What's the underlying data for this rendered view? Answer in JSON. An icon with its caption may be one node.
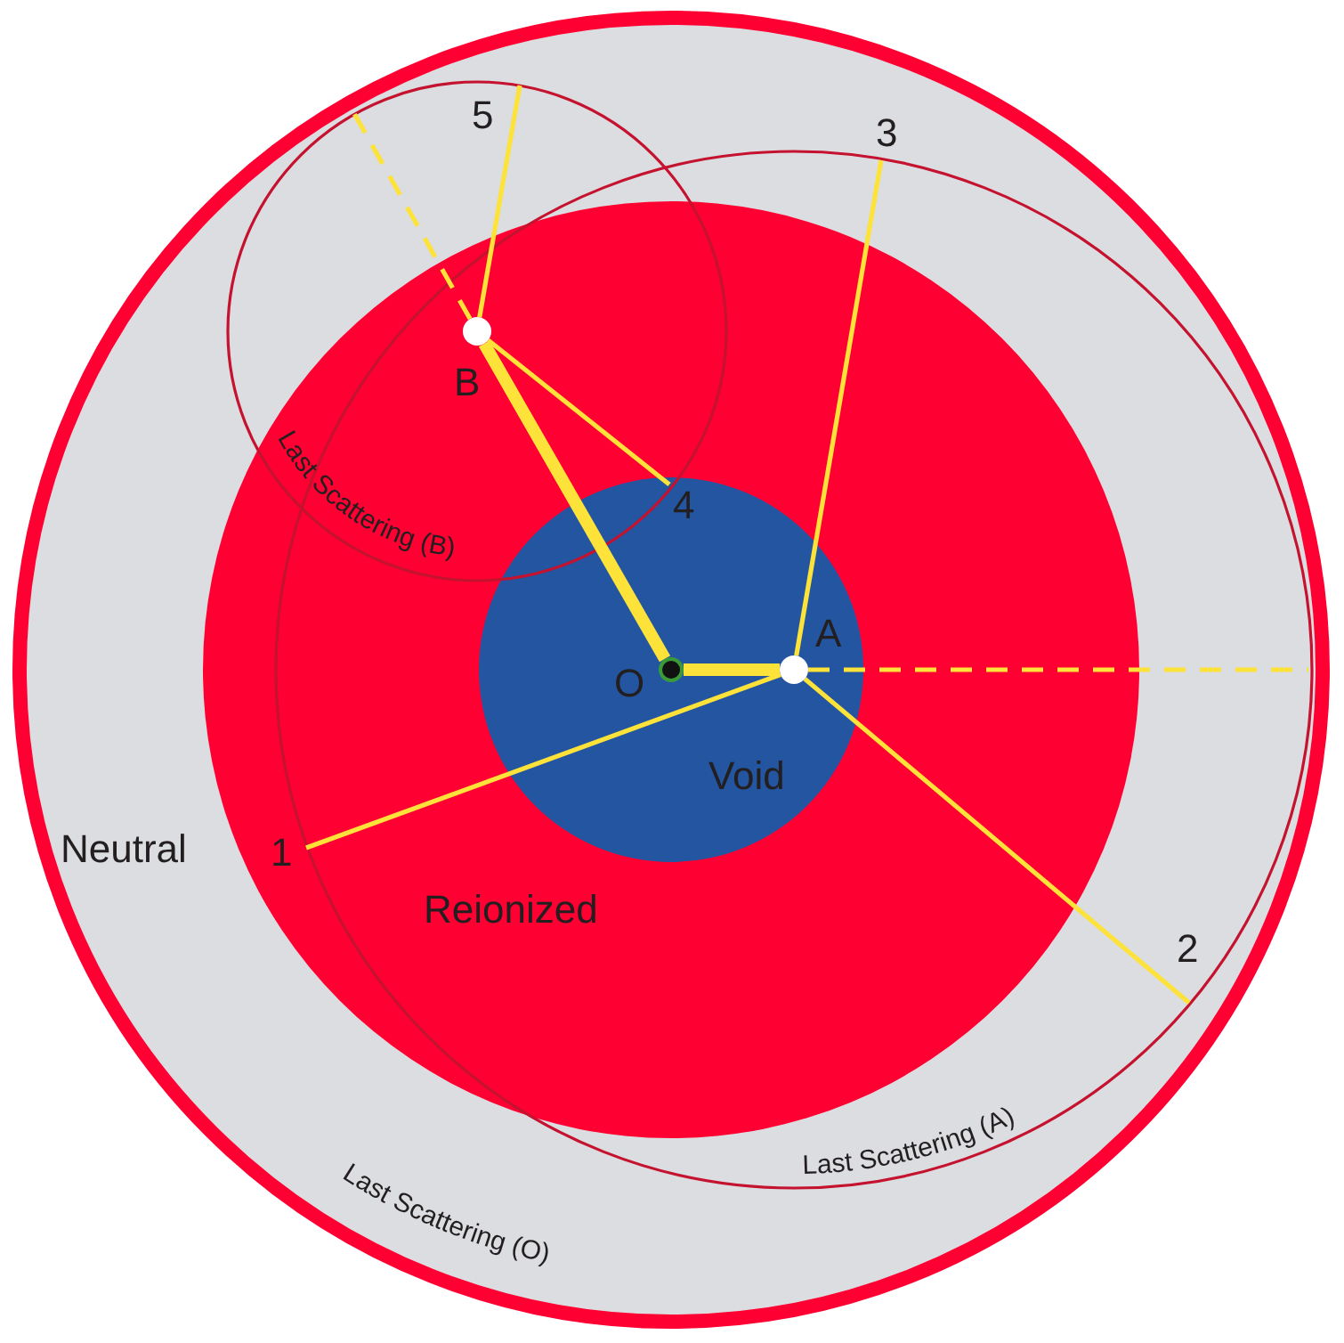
{
  "diagram": {
    "nodes": [
      {
        "text": [
          "Neutral"
        ]
      },
      {
        "text": [
          "Reionized"
        ],
        "in": 0
      },
      {
        "text": [
          "Void"
        ],
        "in": 1
      },
      {
        "text": [
          "5"
        ],
        "in": 0
      },
      {
        "text": [
          "3"
        ],
        "in": 0
      },
      {
        "text": [
          "B"
        ],
        "in": 1
      },
      {
        "text": [
          "4"
        ],
        "in": 2
      },
      {
        "text": [
          "O"
        ],
        "in": 2
      },
      {
        "text": [
          "A"
        ],
        "in": 2
      },
      {
        "text": [
          "1"
        ],
        "in": 1
      },
      {
        "text": [
          "2"
        ],
        "in": 0
      }
    ],
    "edges": [
      {
        "from": 7,
        "to": 8,
        "arrow": "none",
        "style": "thick"
      },
      {
        "from": 7,
        "to": 5,
        "arrow": "none",
        "style": "thick"
      },
      {
        "from": 8,
        "to": 4,
        "arrow": "none"
      },
      {
        "from": 8,
        "to": 9,
        "arrow": "none"
      },
      {
        "from": 8,
        "to": 10,
        "arrow": "none"
      },
      {
        "from": 5,
        "to": 3,
        "arrow": "none"
      },
      {
        "from": 5,
        "to": 6,
        "arrow": "none"
      },
      {
        "from": 8,
        "to": null,
        "arrow": "none",
        "style": "dashed"
      },
      {
        "from": 5,
        "to": null,
        "arrow": "none",
        "style": "dashed"
      }
    ],
    "labels": [
      "Last Scattering (B)",
      "Last Scattering (A)",
      "Last Scattering (O)"
    ]
  }
}
